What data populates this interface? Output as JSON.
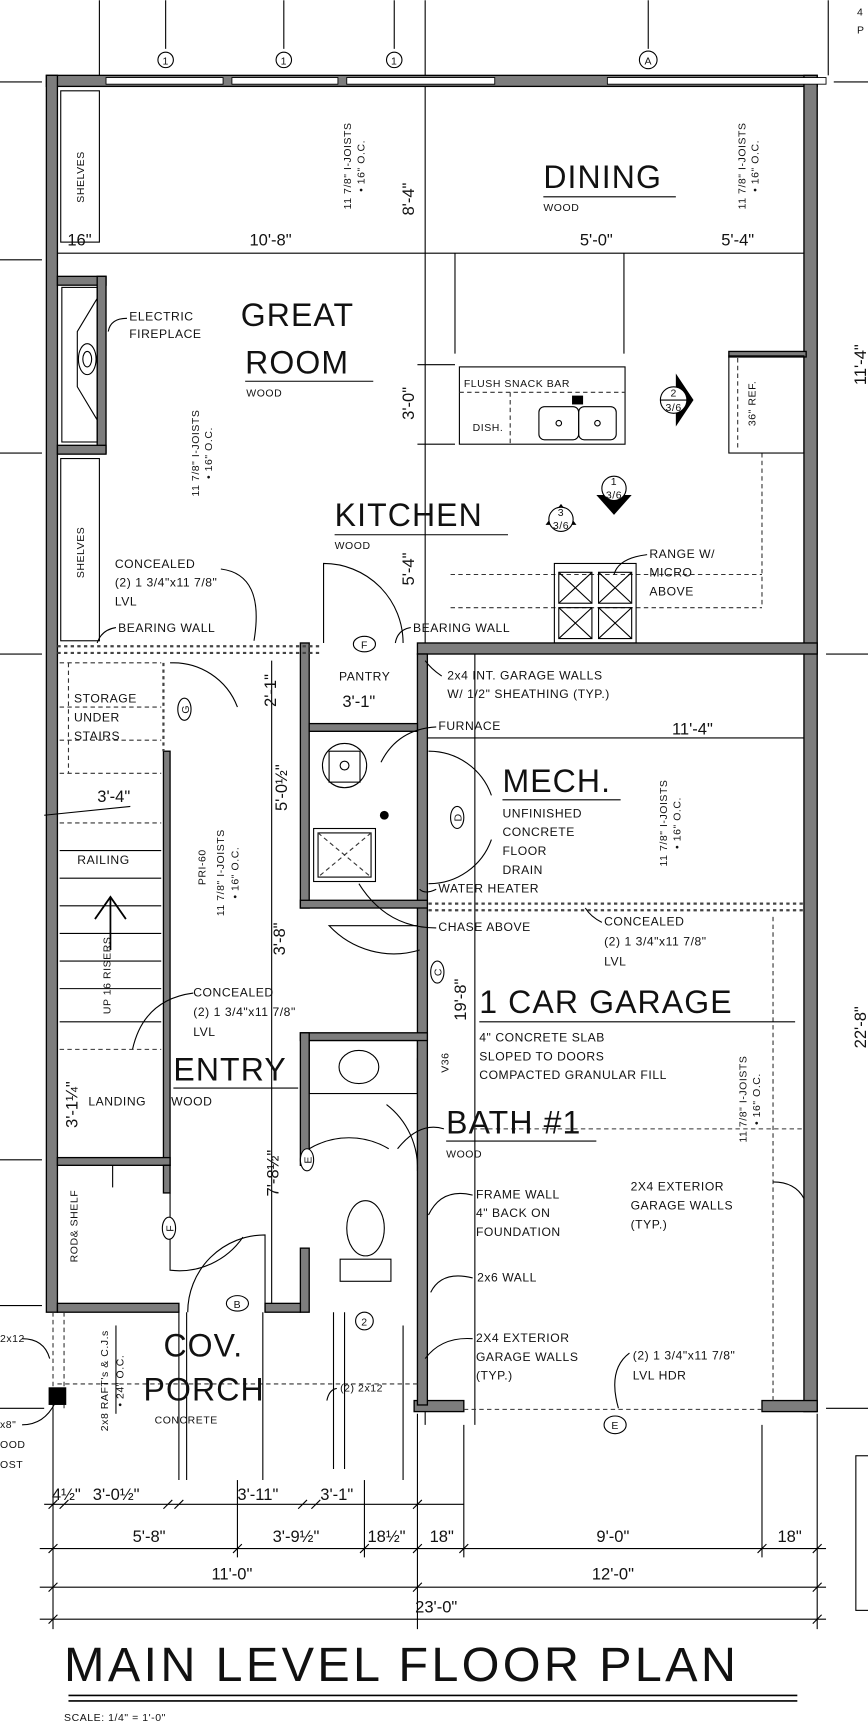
{
  "title": "MAIN LEVEL FLOOR PLAN",
  "scale": "SCALE: 1/4\" = 1'-0\"",
  "edge_text": {
    "top_right_1": "4",
    "top_right_2": "P",
    "right_dim_1": "11'-4\"",
    "right_dim_2": "22'-8\"",
    "left_1": "2x12",
    "left_2": "x8\"",
    "left_3": "OOD",
    "left_4": "OST"
  },
  "grid_markers": {
    "m1": "1",
    "m2": "1",
    "m3": "1",
    "a": "A",
    "b": "B",
    "c": "C",
    "d": "D",
    "e1": "E",
    "e2": "E",
    "f1": "F",
    "f2": "F",
    "g": "G",
    "two": "2"
  },
  "section_markers": {
    "s1_top": "2",
    "s1_bottom": "3/6",
    "s2_top": "3",
    "s2_bottom": "3/6",
    "s3_top": "1",
    "s3_bottom": "3/6"
  },
  "rooms": {
    "dining": {
      "name": "DINING",
      "floor": "WOOD"
    },
    "great_room": {
      "line1": "GREAT",
      "line2": "ROOM",
      "floor": "WOOD"
    },
    "kitchen": {
      "name": "KITCHEN",
      "floor": "WOOD"
    },
    "pantry": {
      "name": "PANTRY",
      "dim": "3'-1\""
    },
    "mech": {
      "name": "MECH.",
      "notes": [
        "UNFINISHED",
        "CONCRETE",
        "FLOOR",
        "DRAIN"
      ]
    },
    "garage": {
      "name": "1 CAR GARAGE",
      "notes": [
        "4\" CONCRETE SLAB",
        "SLOPED TO DOORS",
        "COMPACTED GRANULAR FILL"
      ]
    },
    "entry": {
      "name": "ENTRY",
      "floor": "WOOD"
    },
    "landing": {
      "name": "LANDING"
    },
    "bath": {
      "name": "BATH #1",
      "floor": "WOOD"
    },
    "porch": {
      "line1": "COV.",
      "line2": "PORCH",
      "floor": "CONCRETE"
    },
    "storage": {
      "notes": [
        "STORAGE",
        "UNDER",
        "STAIRS"
      ]
    }
  },
  "notes": {
    "shelves": "SHELVES",
    "fireplace": [
      "ELECTRIC",
      "FIREPLACE"
    ],
    "snack_bar": "FLUSH SNACK BAR",
    "dish": "DISH.",
    "ref": "36\" REF.",
    "range": [
      "RANGE W/",
      "MICRO",
      "ABOVE"
    ],
    "concealed_lvl": [
      "CONCEALED",
      "(2) 1 3/4\"x11 7/8\"",
      "LVL"
    ],
    "bearing_wall": "BEARING WALL",
    "int_garage_walls": [
      "2x4 INT. GARAGE WALLS",
      "W/ 1/2\" SHEATHING (TYP.)"
    ],
    "furnace": "FURNACE",
    "water_heater": "WATER HEATER",
    "chase_above": "CHASE ABOVE",
    "railing": "RAILING",
    "pri": "PRI-60",
    "stairs_up": "UP 16 RISERS",
    "vanity": "V36",
    "rod_shelf": "ROD& SHELF",
    "frame_wall": [
      "FRAME WALL",
      "4\" BACK ON",
      "FOUNDATION"
    ],
    "ext_garage_walls": [
      "2X4 EXTERIOR",
      "GARAGE WALLS",
      "(TYP.)"
    ],
    "wall_2x6": "2x6 WALL",
    "header_2x12": "(2) 2x12",
    "lvl_hdr": [
      "(2) 1 3/4\"x11 7/8\"",
      "LVL HDR"
    ],
    "rafters": "2x8 RAFT's & C.J.s",
    "rafters_oc": "• 24\" O.C.",
    "joists": "11 7/8\" I-JOISTS",
    "joists_oc": "• 16\" O.C."
  },
  "dimensions": {
    "shelf_16": "16\"",
    "gr_10_8": "10'-8\"",
    "v_8_4": "8'-4\"",
    "d_5_0": "5'-0\"",
    "d_5_4": "5'-4\"",
    "v_3_0": "3'-0\"",
    "v_5_4": "5'-4\"",
    "v_2_1": "2'-1\"",
    "mech_11_4": "11'-4\"",
    "stair_3_4": "3'-4\"",
    "v_5_0h": "5'-0½\"",
    "v_3_8": "3'-8\"",
    "v_19_8": "19'-8\"",
    "v_3_1q": "3'-1¼\"",
    "v_7_8h": "7'-8½\"",
    "row1": [
      "4½\"",
      "3'-0½\"",
      "3'-11\"",
      "3'-1\""
    ],
    "row2": [
      "5'-8\"",
      "3'-9½\"",
      "18½\"",
      "18\"",
      "9'-0\"",
      "18\""
    ],
    "row3": [
      "11'-0\"",
      "12'-0\""
    ],
    "row4": "23'-0\""
  }
}
